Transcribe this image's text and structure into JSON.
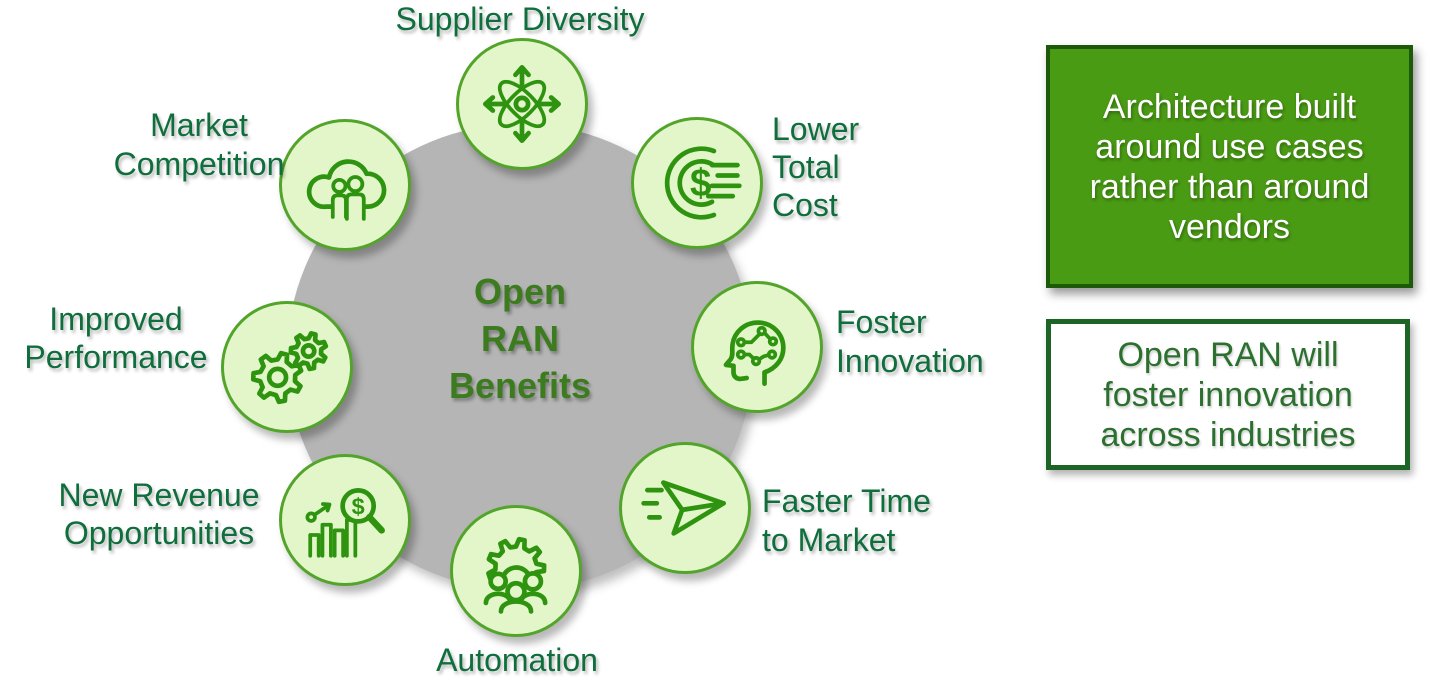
{
  "title": "Open RAN Benefits",
  "center_circle": {
    "lines": [
      "Open",
      "RAN",
      "Benefits"
    ]
  },
  "benefits": [
    {
      "name": "supplier-diversity",
      "lines": [
        "Supplier Diversity"
      ],
      "icon": "expand-directions-atom-icon"
    },
    {
      "name": "lower-total-cost",
      "lines": [
        "Lower",
        "Total",
        "Cost"
      ],
      "icon": "dollar-coin-speed-icon"
    },
    {
      "name": "foster-innovation",
      "lines": [
        "Foster",
        "Innovation"
      ],
      "icon": "head-circuit-icon"
    },
    {
      "name": "faster-time-to-market",
      "lines": [
        "Faster Time",
        "to Market"
      ],
      "icon": "paper-plane-icon"
    },
    {
      "name": "automation",
      "lines": [
        "Automation"
      ],
      "icon": "gear-people-icon"
    },
    {
      "name": "new-revenue-opportunities",
      "lines": [
        "New Revenue",
        "Opportunities"
      ],
      "icon": "chart-magnifier-dollar-icon"
    },
    {
      "name": "improved-performance",
      "lines": [
        "Improved",
        "Performance"
      ],
      "icon": "double-gears-icon"
    },
    {
      "name": "market-competition",
      "lines": [
        "Market",
        "Competition"
      ],
      "icon": "cloud-people-icon"
    }
  ],
  "icon_glyphs": {
    "dollar": "$"
  },
  "callouts": [
    {
      "name": "architecture-callout",
      "lines": [
        "Architecture built",
        "around use cases",
        "rather than around",
        "vendors"
      ]
    },
    {
      "name": "innovation-callout",
      "lines": [
        "Open RAN will",
        "foster innovation",
        "across industries"
      ]
    }
  ],
  "colors": {
    "circle_fill": "#e3f6c9",
    "circle_border": "#52a52a",
    "icon_stroke": "#2e9410",
    "label_green": "#0f6e3c",
    "center_green": "#3c7c1e",
    "gray_fill": "#b5b5b5",
    "box1_fill": "#4a9b14",
    "box1_border": "#1c5a0a",
    "box1_text": "#ffffff",
    "box2_fill": "#ffffff",
    "box2_border": "#1e6427",
    "box2_text": "#2c7030"
  }
}
